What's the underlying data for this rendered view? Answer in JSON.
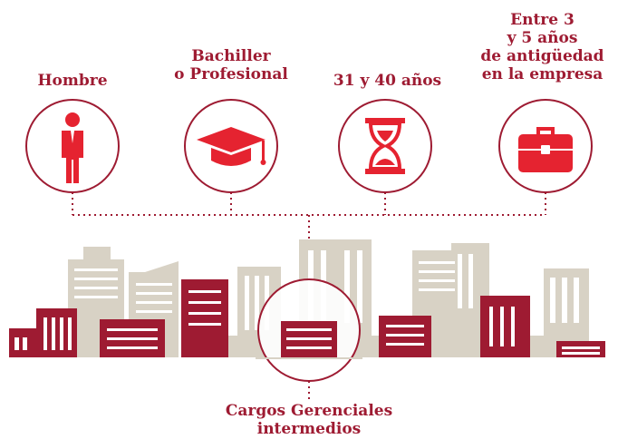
{
  "categories": [
    {
      "label": "Hombre",
      "icon": "man-icon"
    },
    {
      "label": "Bachiller\no Profesional",
      "icon": "graduation-cap-icon"
    },
    {
      "label": "31 y 40 años",
      "icon": "hourglass-icon"
    },
    {
      "label": "Entre 3\ny 5 años\nde antigüedad\nen la empresa",
      "icon": "briefcase-icon"
    }
  ],
  "result_label": "Cargos Gerenciales\nintermedios",
  "colors": {
    "accent": "#9e1b32",
    "icon_red": "#e52330",
    "building_gray": "#d8d2c5",
    "building_red": "#9e1b32"
  }
}
